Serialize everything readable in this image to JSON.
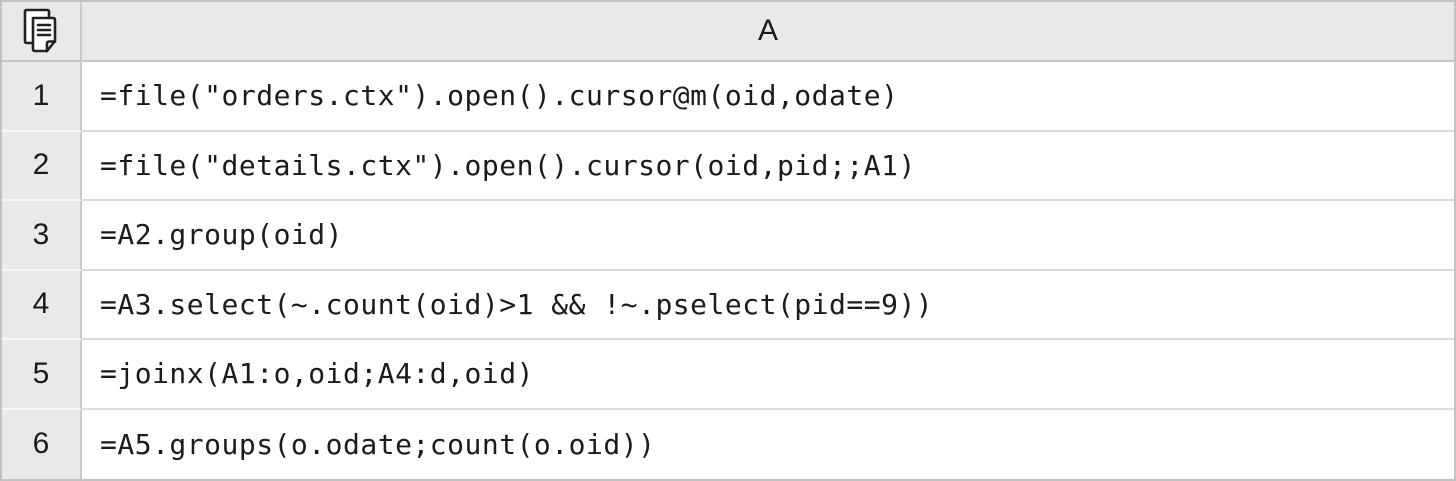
{
  "grid": {
    "corner_icon": "copy-pages-icon",
    "column_header": "A",
    "rows": [
      {
        "num": "1",
        "code": "=file(\"orders.ctx\").open().cursor@m(oid,odate)"
      },
      {
        "num": "2",
        "code": "=file(\"details.ctx\").open().cursor(oid,pid;;A1)"
      },
      {
        "num": "3",
        "code": "=A2.group(oid)"
      },
      {
        "num": "4",
        "code": "=A3.select(~.count(oid)>1 && !~.pselect(pid==9))"
      },
      {
        "num": "5",
        "code": "=joinx(A1:o,oid;A4:d,oid)"
      },
      {
        "num": "6",
        "code": "=A5.groups(o.odate;count(o.oid))"
      }
    ],
    "colors": {
      "header_bg": "#e9e9e9",
      "cell_bg": "#ffffff",
      "outer_border": "#c2c2c2",
      "inner_border": "#dcdcdc",
      "text": "#1b1b1b"
    }
  }
}
